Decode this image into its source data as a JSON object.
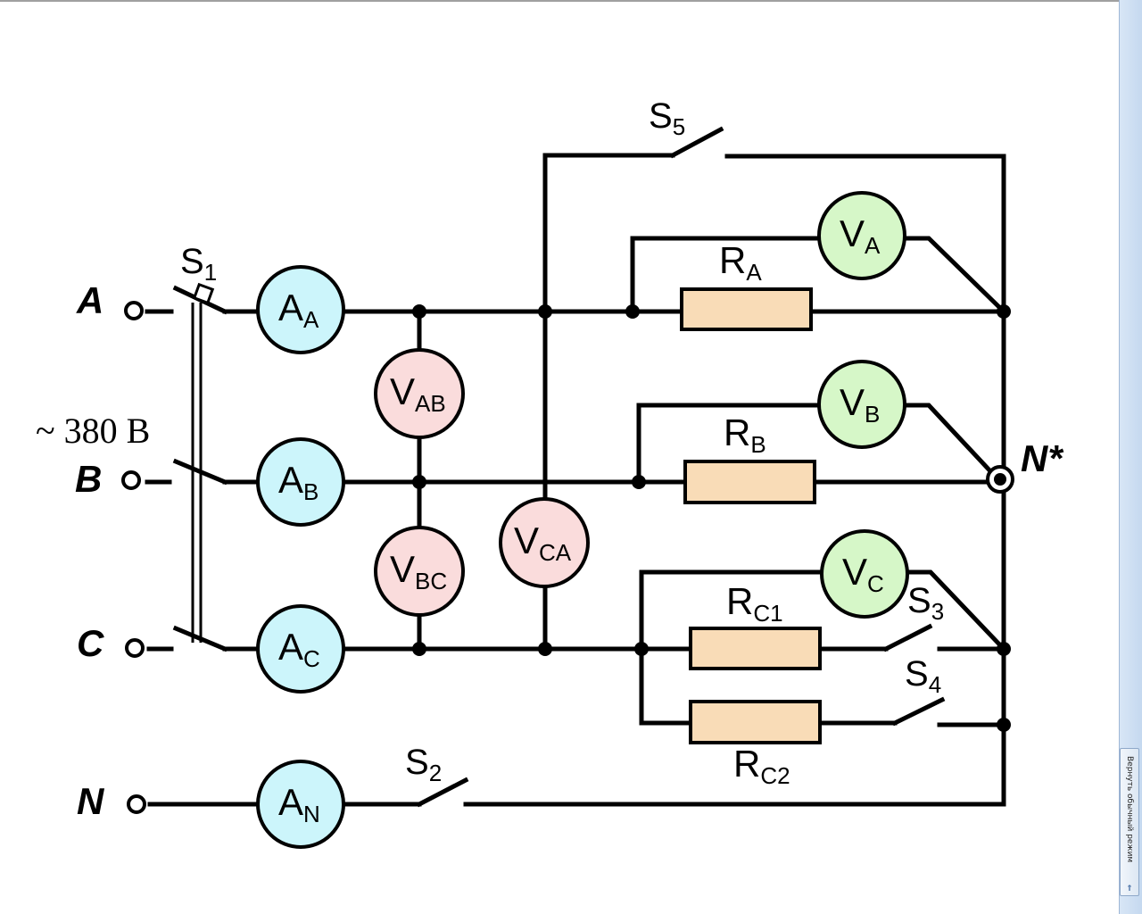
{
  "supply": {
    "voltage_label": "~ 380 В",
    "phases": {
      "a": "A",
      "b": "B",
      "c": "C",
      "n": "N"
    },
    "neutral_star": "N*"
  },
  "switches": {
    "s1": {
      "main": "S",
      "sub": "1"
    },
    "s2": {
      "main": "S",
      "sub": "2"
    },
    "s3": {
      "main": "S",
      "sub": "3"
    },
    "s4": {
      "main": "S",
      "sub": "4"
    },
    "s5": {
      "main": "S",
      "sub": "5"
    }
  },
  "ammeters": {
    "aa": {
      "main": "A",
      "sub": "A"
    },
    "ab": {
      "main": "A",
      "sub": "B"
    },
    "ac": {
      "main": "A",
      "sub": "C"
    },
    "an": {
      "main": "A",
      "sub": "N"
    }
  },
  "line_voltmeters": {
    "vab": {
      "main": "V",
      "sub": "AB"
    },
    "vbc": {
      "main": "V",
      "sub": "BC"
    },
    "vca": {
      "main": "V",
      "sub": "CA"
    }
  },
  "phase_voltmeters": {
    "va": {
      "main": "V",
      "sub": "A"
    },
    "vb": {
      "main": "V",
      "sub": "B"
    },
    "vc": {
      "main": "V",
      "sub": "C"
    }
  },
  "resistors": {
    "ra": {
      "main": "R",
      "sub": "A"
    },
    "rb": {
      "main": "R",
      "sub": "B"
    },
    "rc1": {
      "main": "R",
      "sub": "C1"
    },
    "rc2": {
      "main": "R",
      "sub": "C2"
    }
  },
  "colors": {
    "ammeter_fill": "#ccf5fb",
    "line_voltmeter_fill": "#fadcdc",
    "phase_voltmeter_fill": "#d6f7c8",
    "resistor_fill": "#f9dcb7",
    "wire": "#000000"
  },
  "side_panel": {
    "return_button_label": "Вернуть обычный режим",
    "return_button_icon": "return-arrow-icon"
  }
}
